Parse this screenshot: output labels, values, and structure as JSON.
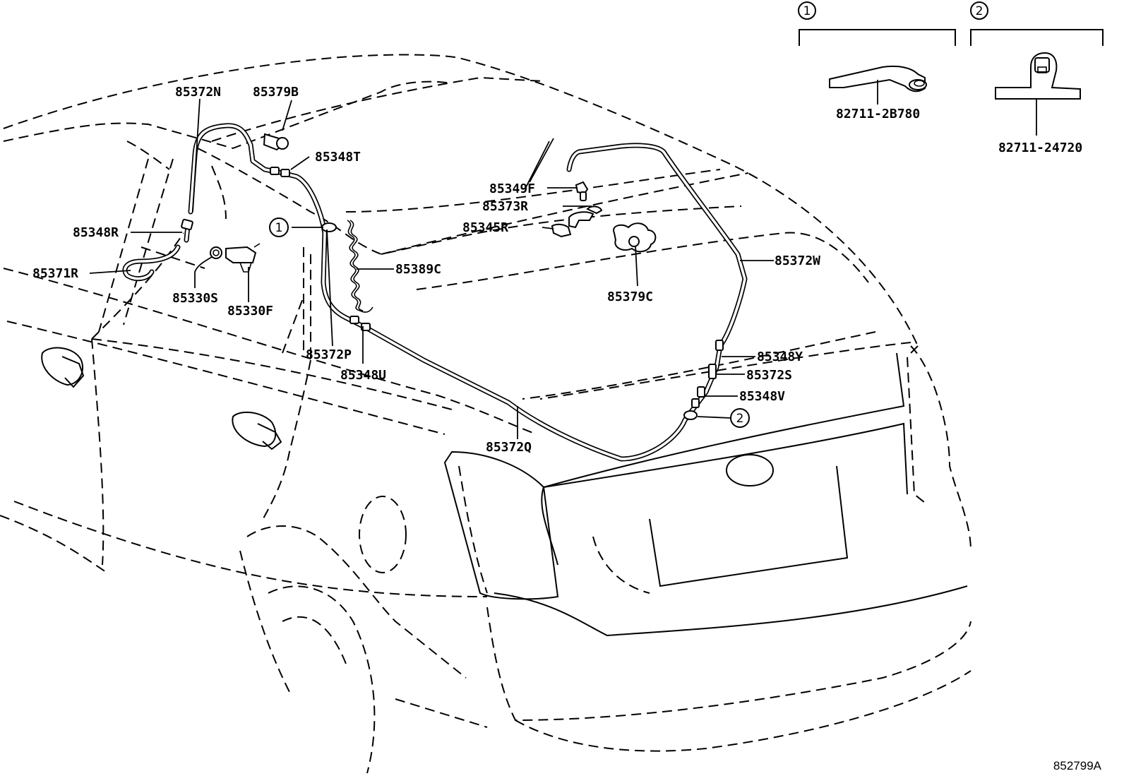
{
  "labels": {
    "p85372N": "85372N",
    "p85379B": "85379B",
    "p85348T": "85348T",
    "p85348R": "85348R",
    "p85371R": "85371R",
    "p85330S": "85330S",
    "p85330F": "85330F",
    "p85372P": "85372P",
    "p85348U": "85348U",
    "p85389C": "85389C",
    "p85349F": "85349F",
    "p85373R": "85373R",
    "p85345R": "85345R",
    "p85379C": "85379C",
    "p85372W": "85372W",
    "p85348Y": "85348Y",
    "p85372S": "85372S",
    "p85348V": "85348V",
    "p85372Q": "85372Q",
    "p82711_2B780": "82711-2B780",
    "p82711_24720": "82711-24720"
  },
  "callouts": {
    "one": "1",
    "two": "2"
  },
  "figure_id": "852799A"
}
